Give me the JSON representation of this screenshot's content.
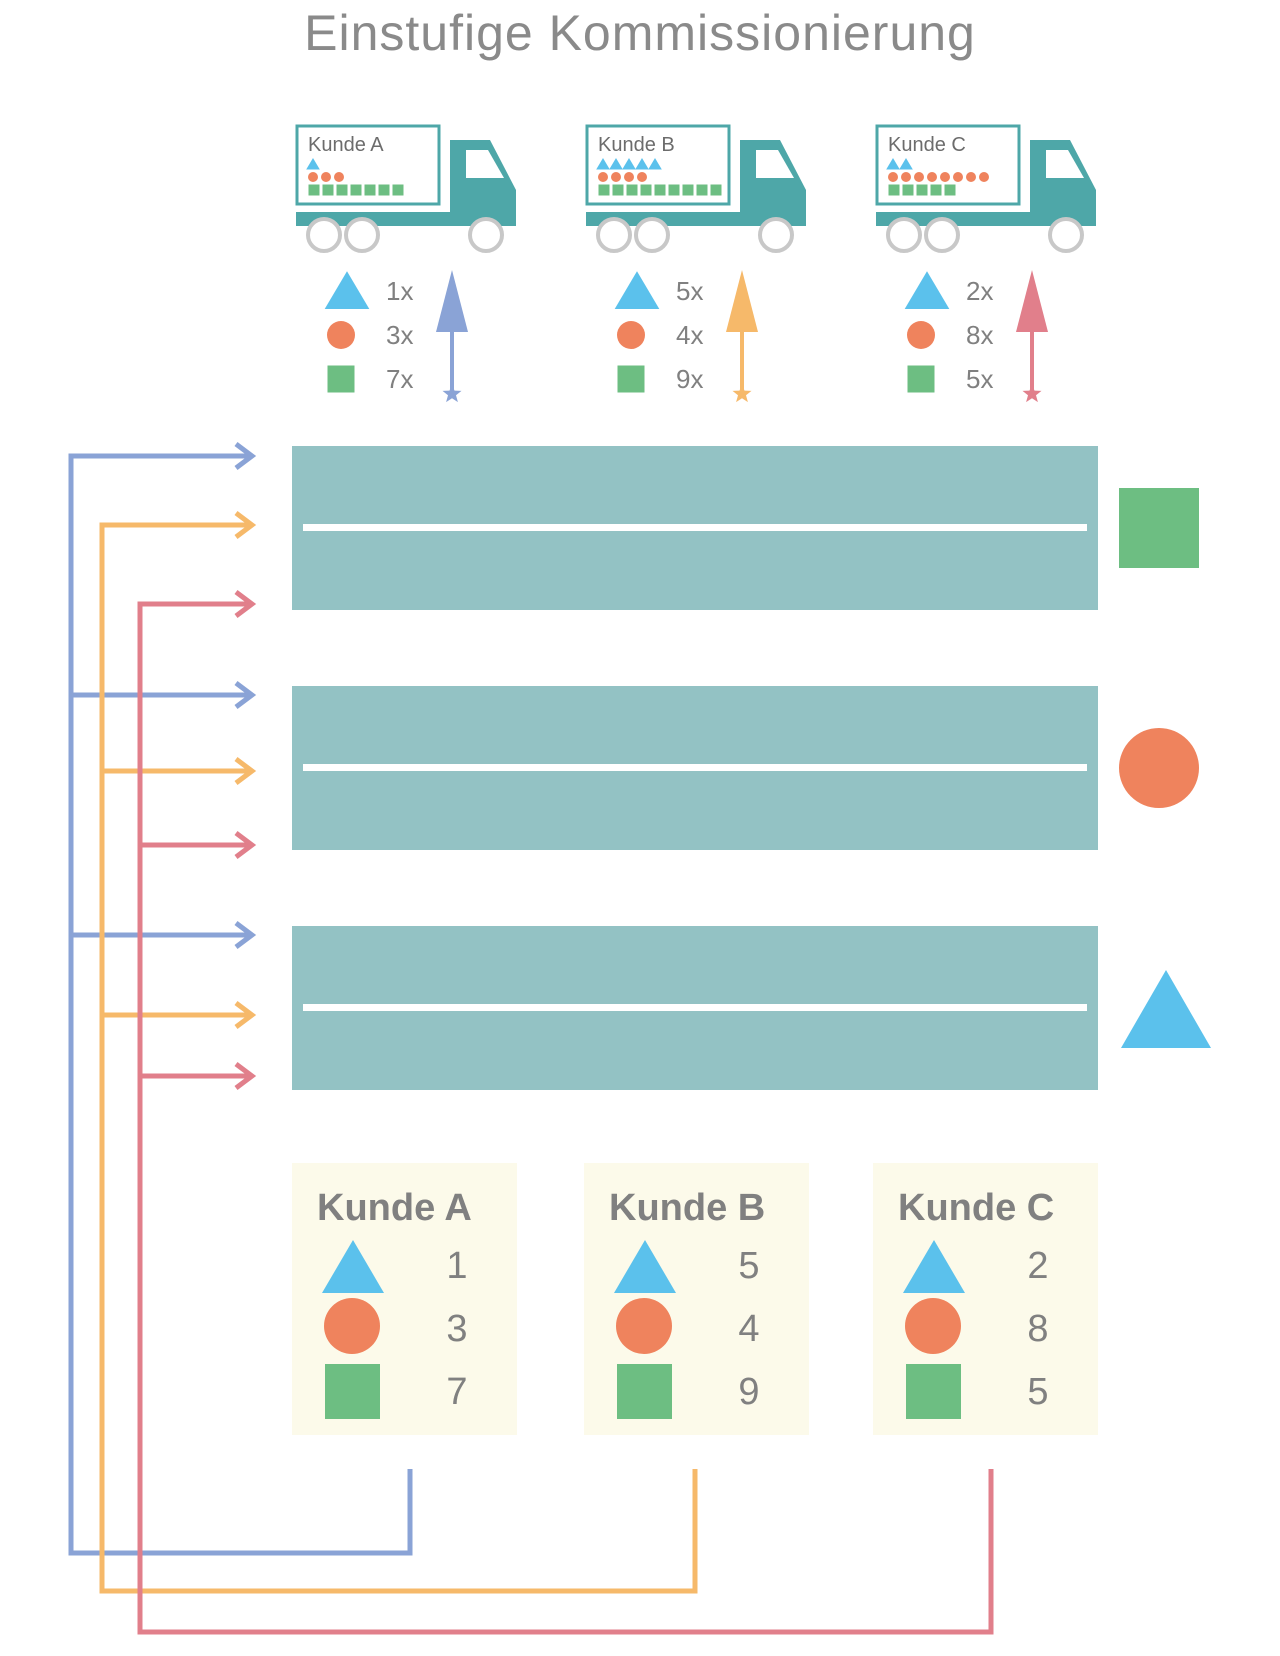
{
  "title": "Einstufige Kommissionierung",
  "colors": {
    "triangle": "#5bc1ec",
    "circle": "#ef835d",
    "square": "#6dbe82",
    "rack": "#93c2c4",
    "truck": "#4ea7a8",
    "panel": "#fcfaea",
    "text": "#808080",
    "blue_line": "#8aa3d6",
    "orange_line": "#f6b96a",
    "red_line": "#e17f8b"
  },
  "customers": [
    {
      "name": "Kunde A",
      "line_color": "#8aa3d6",
      "counts": {
        "triangle": 1,
        "circle": 3,
        "square": 7
      },
      "order_labels": {
        "triangle": "1x",
        "circle": "3x",
        "square": "7x"
      },
      "panel_values": {
        "triangle": "1",
        "circle": "3",
        "square": "7"
      }
    },
    {
      "name": "Kunde B",
      "line_color": "#f6b96a",
      "counts": {
        "triangle": 5,
        "circle": 4,
        "square": 9
      },
      "order_labels": {
        "triangle": "5x",
        "circle": "4x",
        "square": "9x"
      },
      "panel_values": {
        "triangle": "5",
        "circle": "4",
        "square": "9"
      }
    },
    {
      "name": "Kunde C",
      "line_color": "#e17f8b",
      "counts": {
        "triangle": 2,
        "circle": 8,
        "square": 5
      },
      "order_labels": {
        "triangle": "2x",
        "circle": "8x",
        "square": "5x"
      },
      "panel_values": {
        "triangle": "2",
        "circle": "8",
        "square": "5"
      }
    }
  ],
  "racks": [
    {
      "item": "square",
      "icon": "square-icon"
    },
    {
      "item": "circle",
      "icon": "circle-icon"
    },
    {
      "item": "triangle",
      "icon": "triangle-icon"
    }
  ]
}
